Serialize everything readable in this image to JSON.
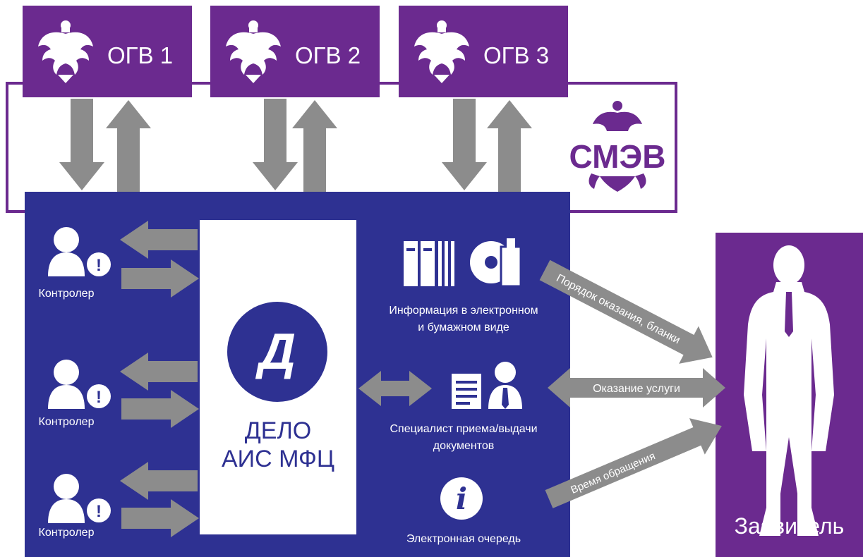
{
  "ogv": [
    "ОГВ 1",
    "ОГВ 2",
    "ОГВ 3"
  ],
  "smev": {
    "label": "СМЭВ"
  },
  "delo": {
    "letter": "Д",
    "line1": "ДЕЛО",
    "line2": "АИС МФЦ"
  },
  "controllers": [
    "Контролер",
    "Контролер",
    "Контролер"
  ],
  "info": {
    "line1": "Информация в электронном",
    "line2": "и бумажном виде"
  },
  "specialist": {
    "line1": "Специалист приема/выдачи",
    "line2": "документов"
  },
  "queue": {
    "label": "Электронная очередь",
    "icon_letter": "i"
  },
  "arrows_right": {
    "order": "Порядок оказания, бланки",
    "service": "Оказание услуги",
    "time": "Время обращения"
  },
  "applicant": {
    "label": "Заявитель"
  },
  "colors": {
    "purple": "#6b2a8f",
    "navy": "#2e3192",
    "arrow_gray": "#8c8c8c",
    "white": "#ffffff"
  }
}
